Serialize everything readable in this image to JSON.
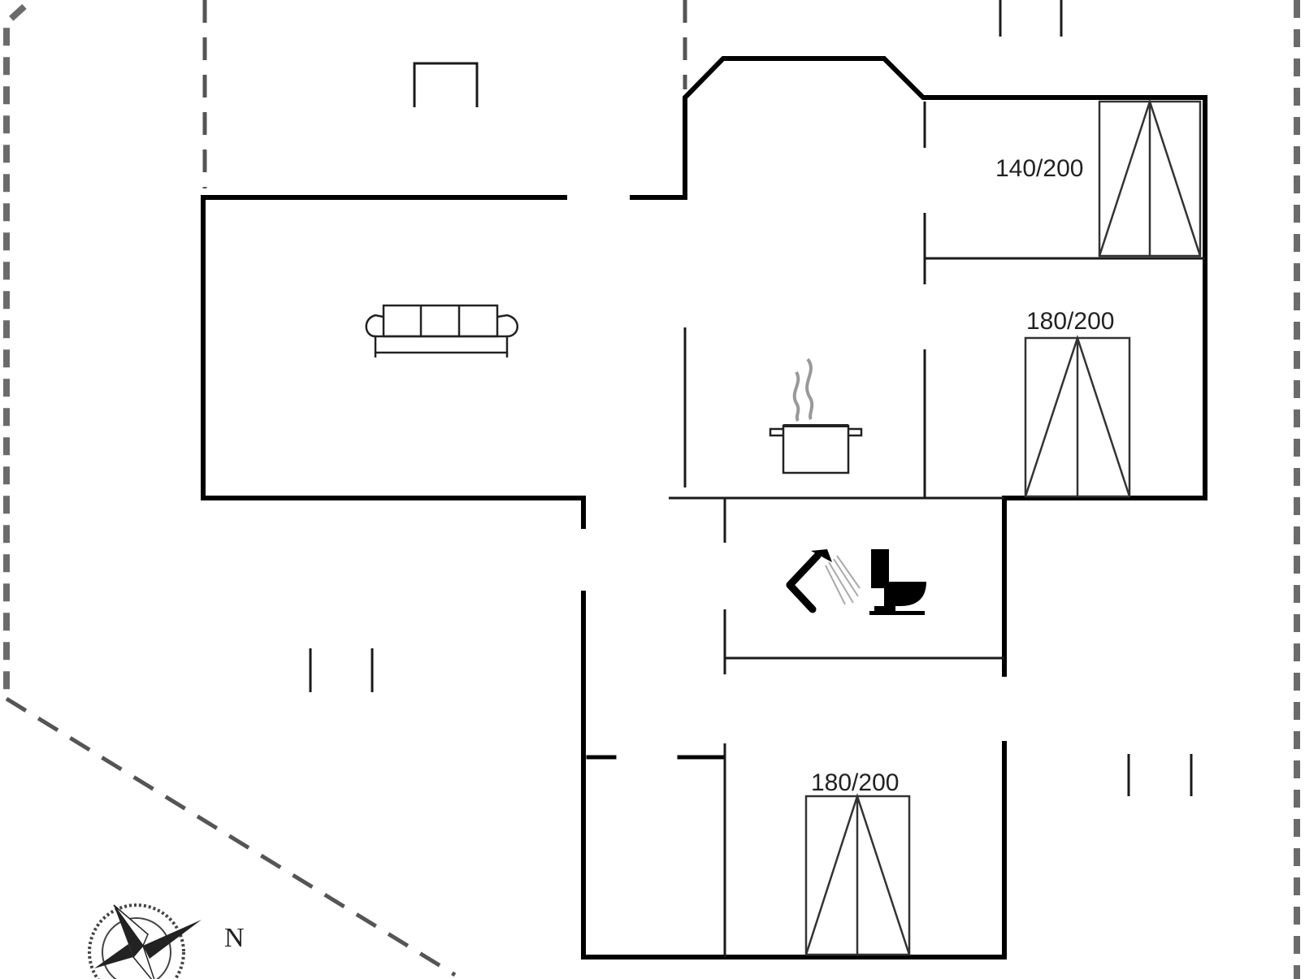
{
  "floorplan": {
    "rooms": {
      "bedroom_1": {
        "bed_label": "140/200"
      },
      "bedroom_2": {
        "bed_label": "180/200"
      },
      "bedroom_3": {
        "bed_label": "180/200"
      }
    },
    "compass": {
      "north_label": "N"
    },
    "icons": {
      "living_room": "sofa-icon",
      "kitchen": "cooking-pot-icon",
      "bathroom_shower": "shower-icon",
      "bathroom_toilet": "toilet-icon",
      "compass": "compass-rose-icon"
    }
  }
}
